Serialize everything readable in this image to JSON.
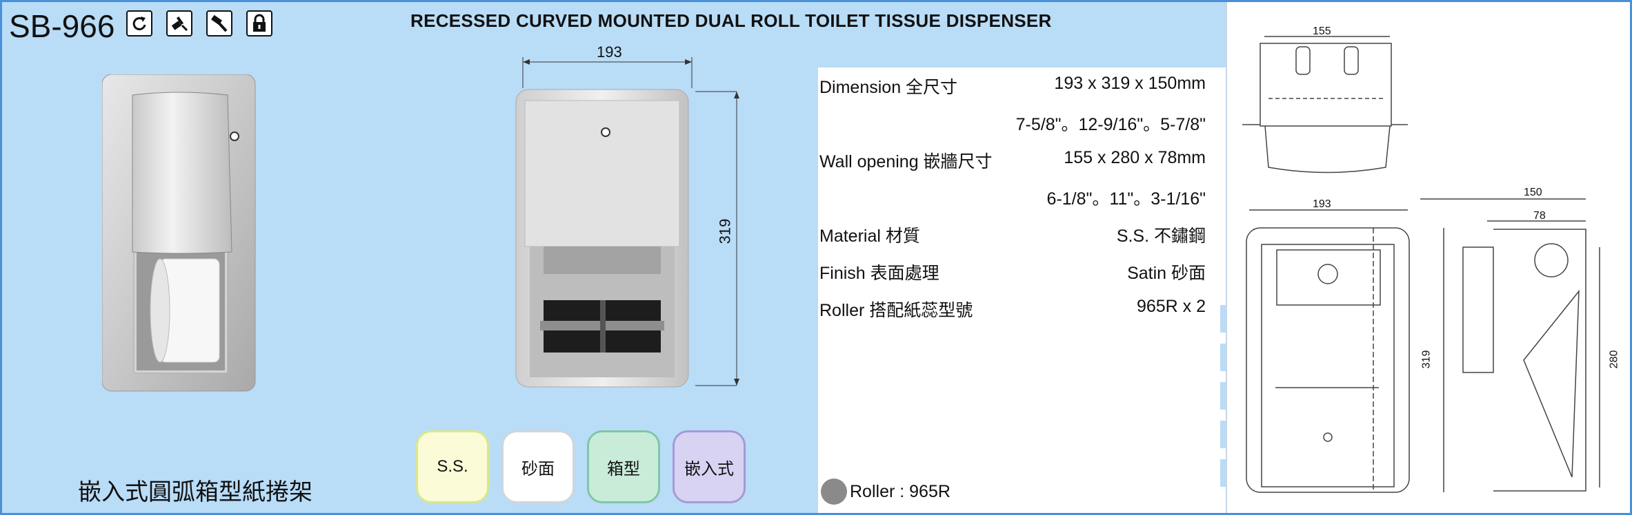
{
  "header": {
    "model": "SB-966",
    "title": "RECESSED CURVED MOUNTED DUAL ROLL TOILET TISSUE DISPENSER",
    "icons": [
      "refresh-icon",
      "drill-icon",
      "hammer-icon",
      "lock-icon"
    ]
  },
  "product_name_cn": "嵌入式圓弧箱型紙捲架",
  "front_view": {
    "width_label": "193",
    "height_label": "319"
  },
  "specs": [
    {
      "label": "Dimension 全尺寸",
      "value": "193 x 319 x 150mm"
    },
    {
      "label": "",
      "value": "7-5/8\"。12-9/16\"。5-7/8\""
    },
    {
      "label": "Wall opening 嵌牆尺寸",
      "value": "155 x 280 x 78mm"
    },
    {
      "label": "",
      "value": "6-1/8\"。11\"。3-1/16\""
    },
    {
      "label": "Material 材質",
      "value": "S.S. 不鏽鋼"
    },
    {
      "label": "Finish 表面處理",
      "value": "Satin 砂面"
    },
    {
      "label": "Roller 搭配紙蕊型號",
      "value": "965R x 2"
    }
  ],
  "badges": [
    {
      "label": "S.S.",
      "bg": "#fbfbd8",
      "border": "#d8e88a"
    },
    {
      "label": "砂面",
      "bg": "#ffffff",
      "border": "#d0d6da"
    },
    {
      "label": "箱型",
      "bg": "#c9ecd9",
      "border": "#7fc7a6"
    },
    {
      "label": "嵌入式",
      "bg": "#d9d3f3",
      "border": "#a49ad8"
    }
  ],
  "roller_note": "Roller : 965R",
  "drawings": {
    "top_width": "155",
    "front_width": "193",
    "front_height": "319",
    "side_depth": "150",
    "side_inset": "78",
    "side_height": "280"
  },
  "colors": {
    "panel_blue": "#b9dcf7",
    "border_blue": "#4a90d9"
  }
}
